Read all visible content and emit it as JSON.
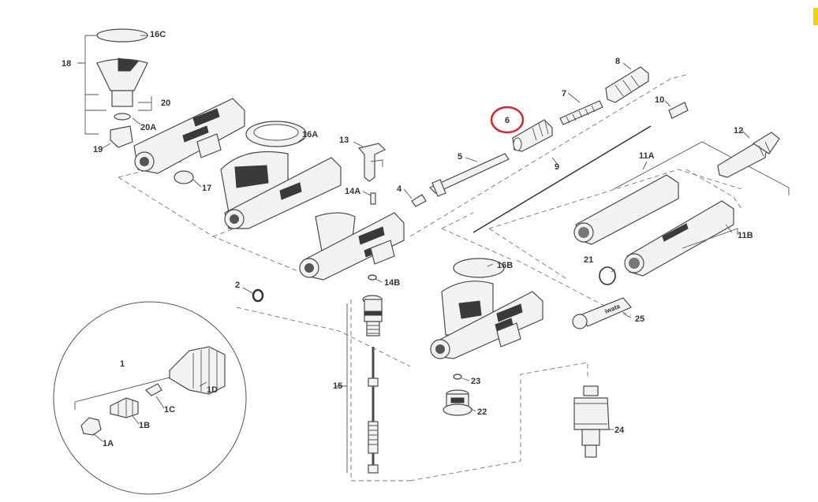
{
  "diagram": {
    "labels": {
      "p1": "1",
      "p1A": "1A",
      "p1B": "1B",
      "p1C": "1C",
      "p1D": "1D",
      "p2": "2",
      "p4": "4",
      "p5": "5",
      "p6": "6",
      "p7": "7",
      "p8": "8",
      "p9": "9",
      "p10": "10",
      "p11A": "11A",
      "p11B": "11B",
      "p12": "12",
      "p13": "13",
      "p14A": "14A",
      "p14B": "14B",
      "p15": "15",
      "p16A": "16A",
      "p16B": "16B",
      "p16C": "16C",
      "p17": "17",
      "p18": "18",
      "p19": "19",
      "p20": "20",
      "p20A": "20A",
      "p21": "21",
      "p22": "22",
      "p23": "23",
      "p24": "24",
      "p25": "25"
    },
    "wrench_text": "iwata",
    "highlight": {
      "part": "6",
      "color": "#d9232e"
    },
    "colors": {
      "outline": "#4a4a4a",
      "fill": "#f2f2f2",
      "dark": "#3a3a3a",
      "corner_mark": "#f5d300"
    }
  }
}
